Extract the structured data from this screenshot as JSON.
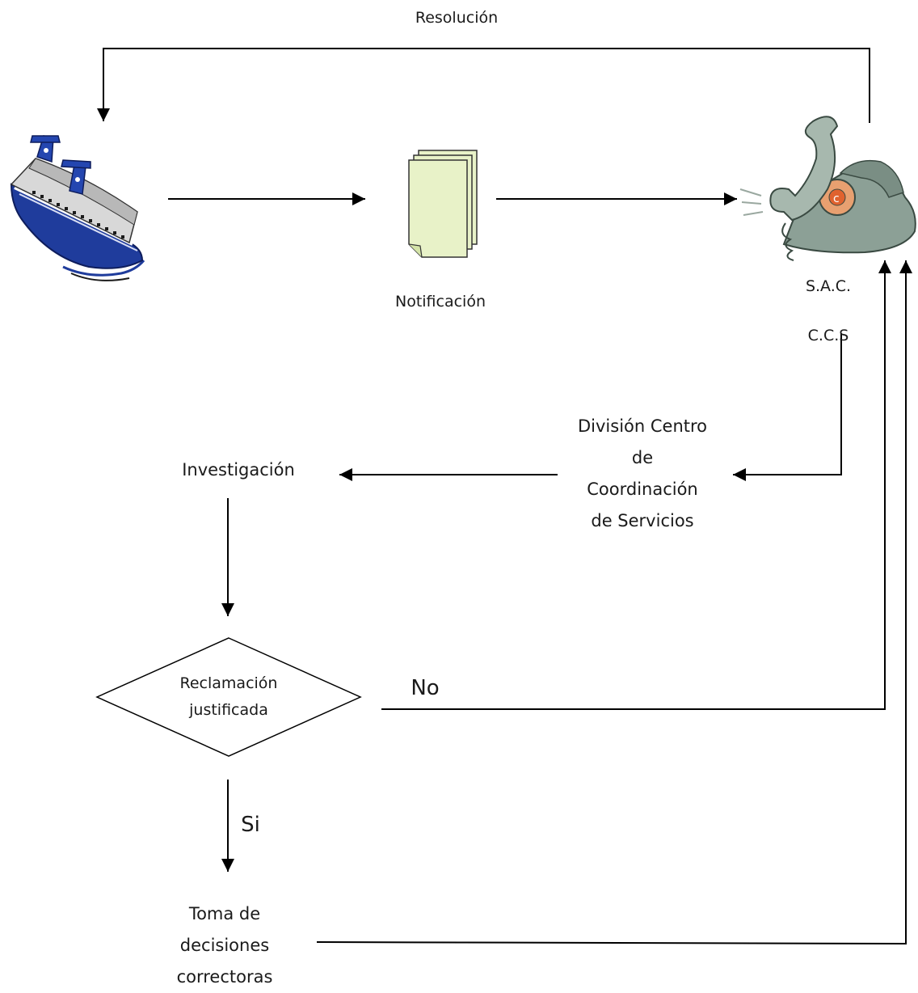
{
  "diagram": {
    "top_label": "Resolución",
    "notification_label": "Notificación",
    "sac_label": "S.A.C.",
    "ccs_label": "C.C.S",
    "division_label": [
      "División Centro",
      "de",
      "Coordinación",
      "de Servicios"
    ],
    "investigation_label": "Investigación",
    "decision_label": [
      "Reclamación",
      "justificada"
    ],
    "no_label": "No",
    "si_label": "Si",
    "corrective_label": [
      "Toma de",
      "decisiones",
      "correctoras"
    ]
  },
  "icons": [
    "ship-icon",
    "documents-icon",
    "telephone-icon"
  ],
  "colors": {
    "line": "#000000",
    "ship_hull": "#1f3c9c",
    "document": "#e8f2c8",
    "phone": "#8ca096",
    "dial_accent": "#e0622e"
  }
}
